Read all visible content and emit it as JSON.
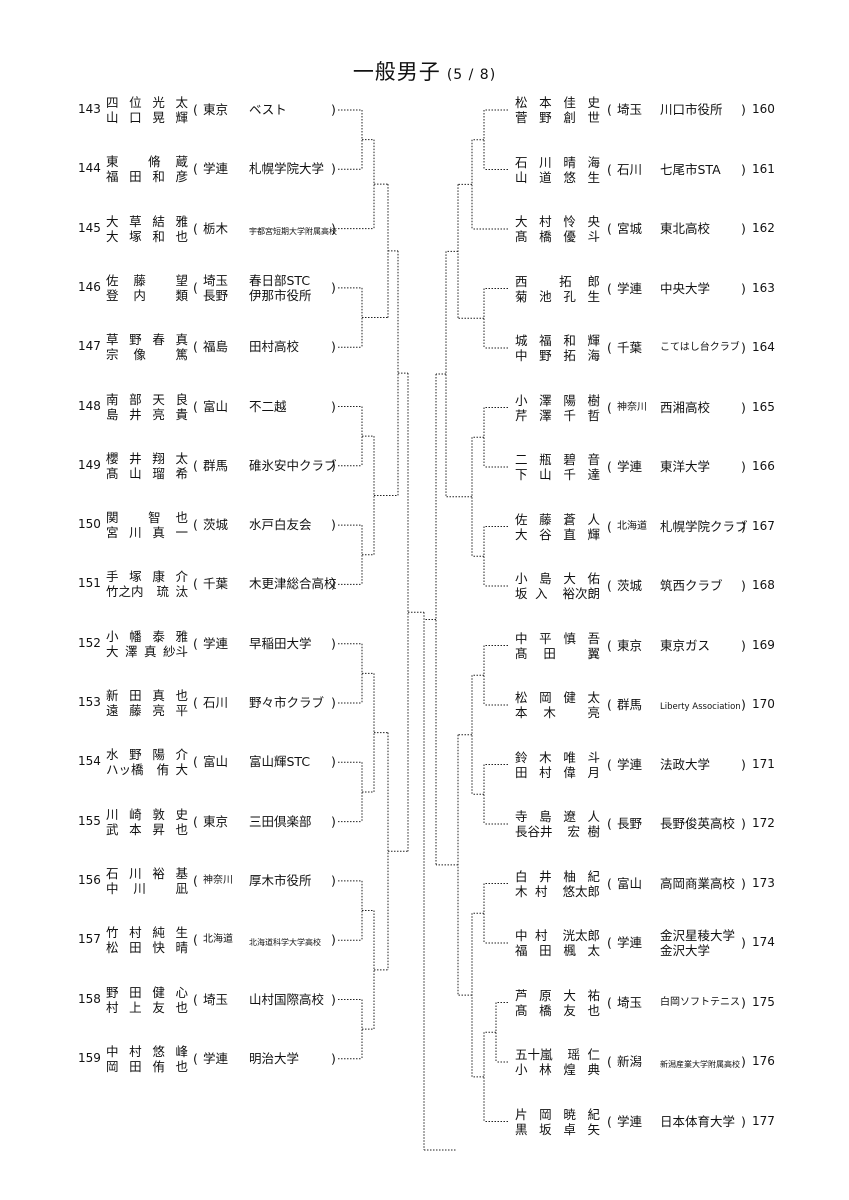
{
  "title": {
    "main": "一般男子",
    "sub": "(5 / 8)"
  },
  "left": [
    {
      "num": "143",
      "p1": [
        "四",
        "位",
        "光",
        "太"
      ],
      "p2": [
        "山",
        "口",
        "晃",
        "輝"
      ],
      "pref": [
        "東京"
      ],
      "team": [
        "ベスト"
      ]
    },
    {
      "num": "144",
      "p1": [
        "東",
        "",
        "脩",
        "蔵"
      ],
      "p2": [
        "福",
        "田",
        "和",
        "彦"
      ],
      "pref": [
        "学連"
      ],
      "team": [
        "札幌学院大学"
      ]
    },
    {
      "num": "145",
      "p1": [
        "大",
        "草",
        "結",
        "雅"
      ],
      "p2": [
        "大",
        "塚",
        "和",
        "也"
      ],
      "pref": [
        "栃木"
      ],
      "team": [
        "宇都宮短期大学附属高校"
      ],
      "small": true
    },
    {
      "num": "146",
      "p1": [
        "佐",
        "藤",
        "",
        "望"
      ],
      "p2": [
        "登",
        "内",
        "",
        "類"
      ],
      "pref": [
        "埼玉",
        "長野"
      ],
      "team": [
        "春日部STC",
        "伊那市役所"
      ]
    },
    {
      "num": "147",
      "p1": [
        "草",
        "野",
        "春",
        "真"
      ],
      "p2": [
        "宗",
        "像",
        "",
        "篤"
      ],
      "pref": [
        "福島"
      ],
      "team": [
        "田村高校"
      ]
    },
    {
      "num": "148",
      "p1": [
        "南",
        "部",
        "天",
        "良"
      ],
      "p2": [
        "島",
        "井",
        "亮",
        "貴"
      ],
      "pref": [
        "富山"
      ],
      "team": [
        "不二越"
      ]
    },
    {
      "num": "149",
      "p1": [
        "櫻",
        "井",
        "翔",
        "太"
      ],
      "p2": [
        "髙",
        "山",
        "瑠",
        "希"
      ],
      "pref": [
        "群馬"
      ],
      "team": [
        "碓氷安中クラブ"
      ]
    },
    {
      "num": "150",
      "p1": [
        "関",
        "",
        "智",
        "也"
      ],
      "p2": [
        "宮",
        "川",
        "真",
        "一"
      ],
      "pref": [
        "茨城"
      ],
      "team": [
        "水戸白友会"
      ]
    },
    {
      "num": "151",
      "p1": [
        "手",
        "塚",
        "康",
        "介"
      ],
      "p2": [
        "竹之内",
        "",
        "琉",
        "汰"
      ],
      "pref": [
        "千葉"
      ],
      "team": [
        "木更津総合高校"
      ]
    },
    {
      "num": "152",
      "p1": [
        "小",
        "幡",
        "泰",
        "雅"
      ],
      "p2": [
        "大",
        "澤",
        "真",
        "紗斗"
      ],
      "pref": [
        "学連"
      ],
      "team": [
        "早稲田大学"
      ]
    },
    {
      "num": "153",
      "p1": [
        "新",
        "田",
        "真",
        "也"
      ],
      "p2": [
        "遠",
        "藤",
        "亮",
        "平"
      ],
      "pref": [
        "石川"
      ],
      "team": [
        "野々市クラブ"
      ]
    },
    {
      "num": "154",
      "p1": [
        "水",
        "野",
        "陽",
        "介"
      ],
      "p2": [
        "ハッ橋",
        "",
        "侑",
        "大"
      ],
      "pref": [
        "富山"
      ],
      "team": [
        "富山輝STC"
      ]
    },
    {
      "num": "155",
      "p1": [
        "川",
        "崎",
        "敦",
        "史"
      ],
      "p2": [
        "武",
        "本",
        "昇",
        "也"
      ],
      "pref": [
        "東京"
      ],
      "team": [
        "三田倶楽部"
      ]
    },
    {
      "num": "156",
      "p1": [
        "石",
        "川",
        "裕",
        "基"
      ],
      "p2": [
        "中",
        "川",
        "",
        "凪"
      ],
      "pref": [
        "神奈川"
      ],
      "team": [
        "厚木市役所"
      ],
      "prefsmall": true
    },
    {
      "num": "157",
      "p1": [
        "竹",
        "村",
        "純",
        "生"
      ],
      "p2": [
        "松",
        "田",
        "快",
        "晴"
      ],
      "pref": [
        "北海道"
      ],
      "team": [
        "北海道科学大学高校"
      ],
      "small": true,
      "prefsmall": true
    },
    {
      "num": "158",
      "p1": [
        "野",
        "田",
        "健",
        "心"
      ],
      "p2": [
        "村",
        "上",
        "友",
        "也"
      ],
      "pref": [
        "埼玉"
      ],
      "team": [
        "山村国際高校"
      ]
    },
    {
      "num": "159",
      "p1": [
        "中",
        "村",
        "悠",
        "峰"
      ],
      "p2": [
        "岡",
        "田",
        "侑",
        "也"
      ],
      "pref": [
        "学連"
      ],
      "team": [
        "明治大学"
      ]
    }
  ],
  "right": [
    {
      "num": "160",
      "p1": [
        "松",
        "本",
        "佳",
        "史"
      ],
      "p2": [
        "菅",
        "野",
        "創",
        "世"
      ],
      "pref": [
        "埼玉"
      ],
      "team": [
        "川口市役所"
      ]
    },
    {
      "num": "161",
      "p1": [
        "石",
        "川",
        "晴",
        "海"
      ],
      "p2": [
        "山",
        "道",
        "悠",
        "生"
      ],
      "pref": [
        "石川"
      ],
      "team": [
        "七尾市STA"
      ]
    },
    {
      "num": "162",
      "p1": [
        "大",
        "村",
        "怜",
        "央"
      ],
      "p2": [
        "髙",
        "橋",
        "優",
        "斗"
      ],
      "pref": [
        "宮城"
      ],
      "team": [
        "東北高校"
      ]
    },
    {
      "num": "163",
      "p1": [
        "西",
        "",
        "拓",
        "郎"
      ],
      "p2": [
        "菊",
        "池",
        "孔",
        "生"
      ],
      "pref": [
        "学連"
      ],
      "team": [
        "中央大学"
      ]
    },
    {
      "num": "164",
      "p1": [
        "城",
        "福",
        "和",
        "輝"
      ],
      "p2": [
        "中",
        "野",
        "拓",
        "海"
      ],
      "pref": [
        "千葉"
      ],
      "team": [
        "こてはし台クラブ"
      ],
      "smaller": true
    },
    {
      "num": "165",
      "p1": [
        "小",
        "澤",
        "陽",
        "樹"
      ],
      "p2": [
        "芹",
        "澤",
        "千",
        "哲"
      ],
      "pref": [
        "神奈川"
      ],
      "team": [
        "西湘高校"
      ],
      "prefsmall": true
    },
    {
      "num": "166",
      "p1": [
        "二",
        "瓶",
        "碧",
        "音"
      ],
      "p2": [
        "下",
        "山",
        "千",
        "達"
      ],
      "pref": [
        "学連"
      ],
      "team": [
        "東洋大学"
      ]
    },
    {
      "num": "167",
      "p1": [
        "佐",
        "藤",
        "蒼",
        "人"
      ],
      "p2": [
        "大",
        "谷",
        "直",
        "輝"
      ],
      "pref": [
        "北海道"
      ],
      "team": [
        "札幌学院クラブ"
      ],
      "prefsmall": true
    },
    {
      "num": "168",
      "p1": [
        "小",
        "島",
        "大",
        "佑"
      ],
      "p2": [
        "坂",
        "入",
        "",
        "裕次朗"
      ],
      "pref": [
        "茨城"
      ],
      "team": [
        "筑西クラブ"
      ]
    },
    {
      "num": "169",
      "p1": [
        "中",
        "平",
        "慎",
        "吾"
      ],
      "p2": [
        "髙",
        "田",
        "",
        "翼"
      ],
      "pref": [
        "東京"
      ],
      "team": [
        "東京ガス"
      ]
    },
    {
      "num": "170",
      "p1": [
        "松",
        "岡",
        "健",
        "太"
      ],
      "p2": [
        "本",
        "木",
        "",
        "亮"
      ],
      "pref": [
        "群馬"
      ],
      "team": [
        "Liberty Association"
      ],
      "tiny": true
    },
    {
      "num": "171",
      "p1": [
        "鈴",
        "木",
        "唯",
        "斗"
      ],
      "p2": [
        "田",
        "村",
        "偉",
        "月"
      ],
      "pref": [
        "学連"
      ],
      "team": [
        "法政大学"
      ]
    },
    {
      "num": "172",
      "p1": [
        "寺",
        "島",
        "遼",
        "人"
      ],
      "p2": [
        "長谷井",
        "",
        "宏",
        "樹"
      ],
      "pref": [
        "長野"
      ],
      "team": [
        "長野俊英高校"
      ]
    },
    {
      "num": "173",
      "p1": [
        "白",
        "井",
        "柚",
        "紀"
      ],
      "p2": [
        "木",
        "村",
        "",
        "悠太郎"
      ],
      "pref": [
        "富山"
      ],
      "team": [
        "高岡商業高校"
      ]
    },
    {
      "num": "174",
      "p1": [
        "中",
        "村",
        "",
        "洸太郎"
      ],
      "p2": [
        "福",
        "田",
        "楓",
        "太"
      ],
      "pref": [
        "学連"
      ],
      "team": [
        "金沢星稜大学",
        "金沢大学"
      ]
    },
    {
      "num": "175",
      "p1": [
        "芦",
        "原",
        "大",
        "祐"
      ],
      "p2": [
        "髙",
        "橋",
        "友",
        "也"
      ],
      "pref": [
        "埼玉"
      ],
      "team": [
        "白岡ソフトテニス"
      ],
      "smaller": true
    },
    {
      "num": "176",
      "p1": [
        "五十嵐",
        "",
        "瑶",
        "仁"
      ],
      "p2": [
        "小",
        "林",
        "煌",
        "典"
      ],
      "pref": [
        "新潟"
      ],
      "team": [
        "新潟産業大学附属高校"
      ],
      "small": true
    },
    {
      "num": "177",
      "p1": [
        "片",
        "岡",
        "暁",
        "紀"
      ],
      "p2": [
        "黒",
        "坂",
        "卓",
        "矢"
      ],
      "pref": [
        "学連"
      ],
      "team": [
        "日本体育大学"
      ]
    }
  ]
}
